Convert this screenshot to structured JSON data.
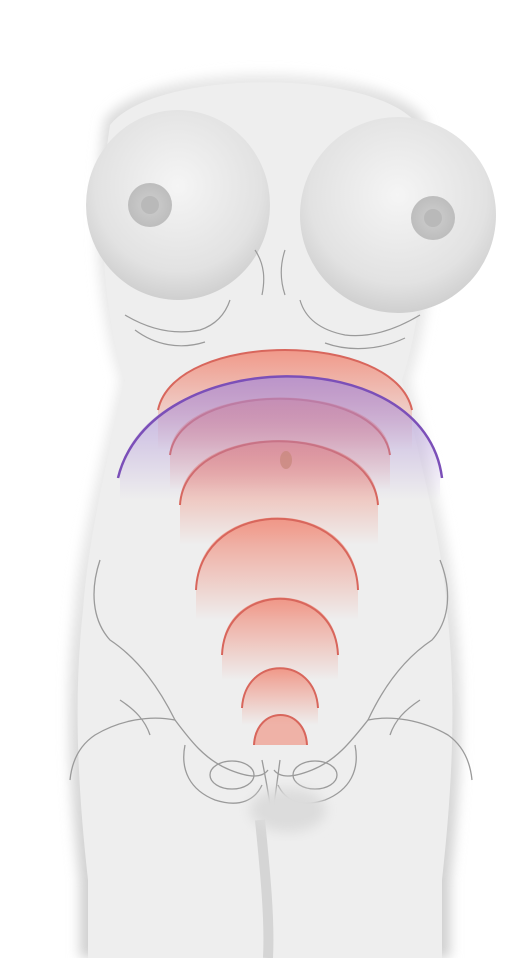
{
  "illustration": {
    "subject": "torso-anatomy",
    "colors": {
      "background": "#ffffff",
      "skin_light": "#f2f2f2",
      "skin_shade": "#cfcfcf",
      "outline": "#9a9a9a",
      "uterus_stroke": "#d8665c",
      "uterus_fill": "#f08a78",
      "expected_line": "#7b4fb8",
      "expected_fill": "#a98bd6"
    },
    "uterus_stages": 7,
    "highlighted_stage": "purple-arc"
  }
}
